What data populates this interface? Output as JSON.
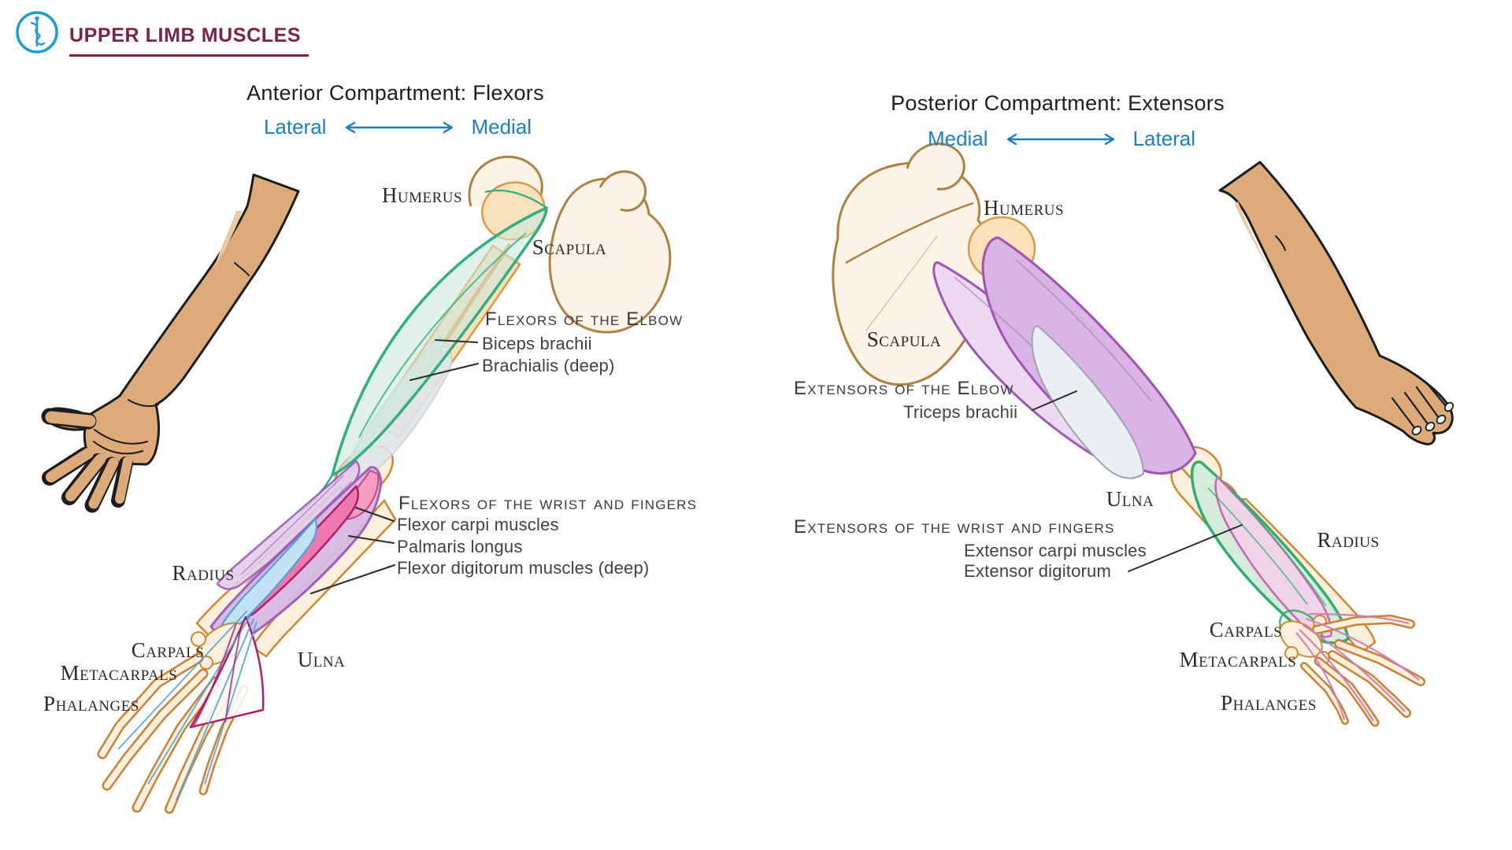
{
  "header": {
    "title": "UPPER LIMB MUSCLES",
    "logo_icon": "rod-of-asclepius-icon"
  },
  "anterior": {
    "title": "Anterior Compartment: Flexors",
    "direction": {
      "left_label": "Lateral",
      "right_label": "Medial"
    },
    "labels": {
      "humerus": "Humerus",
      "scapula": "Scapula",
      "radius": "Radius",
      "ulna": "Ulna",
      "carpals": "Carpals",
      "metacarpals": "Metacarpals",
      "phalanges": "Phalanges"
    },
    "elbow_group": {
      "heading": "Flexors of the Elbow",
      "items": [
        "Biceps brachii",
        "Brachialis (deep)"
      ]
    },
    "wrist_group": {
      "heading": "Flexors of the wrist and fingers",
      "items": [
        "Flexor carpi muscles",
        "Palmaris longus",
        "Flexor digitorum muscles (deep)"
      ]
    }
  },
  "posterior": {
    "title": "Posterior Compartment: Extensors",
    "direction": {
      "left_label": "Medial",
      "right_label": "Lateral"
    },
    "labels": {
      "humerus": "Humerus",
      "scapula": "Scapula",
      "radius": "Radius",
      "ulna": "Ulna",
      "carpals": "Carpals",
      "metacarpals": "Metacarpals",
      "phalanges": "Phalanges"
    },
    "elbow_group": {
      "heading": "Extensors of the Elbow",
      "items": [
        "Triceps brachii"
      ]
    },
    "wrist_group": {
      "heading": "Extensors of the wrist and fingers",
      "items": [
        "Extensor carpi muscles",
        "Extensor digitorum"
      ]
    }
  },
  "colors": {
    "accent_blue": "#1c7fc4",
    "brand_maroon": "#7b2346",
    "logo_blue": "#1a9cd8",
    "bone_outline_orange": "#d0872f",
    "scapula_outline_brown": "#b08040",
    "bone_fill_cream": "#fdf4e7",
    "humerus_peach": "#fbe2bd",
    "skin_tone": "#ddab79",
    "biceps_teal": "#2fae80",
    "flexor_purple": "#9b59b6",
    "palmaris_magenta": "#b21d69",
    "deep_flexor_blue": "#4aa3d8",
    "extensor_green": "#2fae6f",
    "extensor_pink": "#c468ad"
  }
}
